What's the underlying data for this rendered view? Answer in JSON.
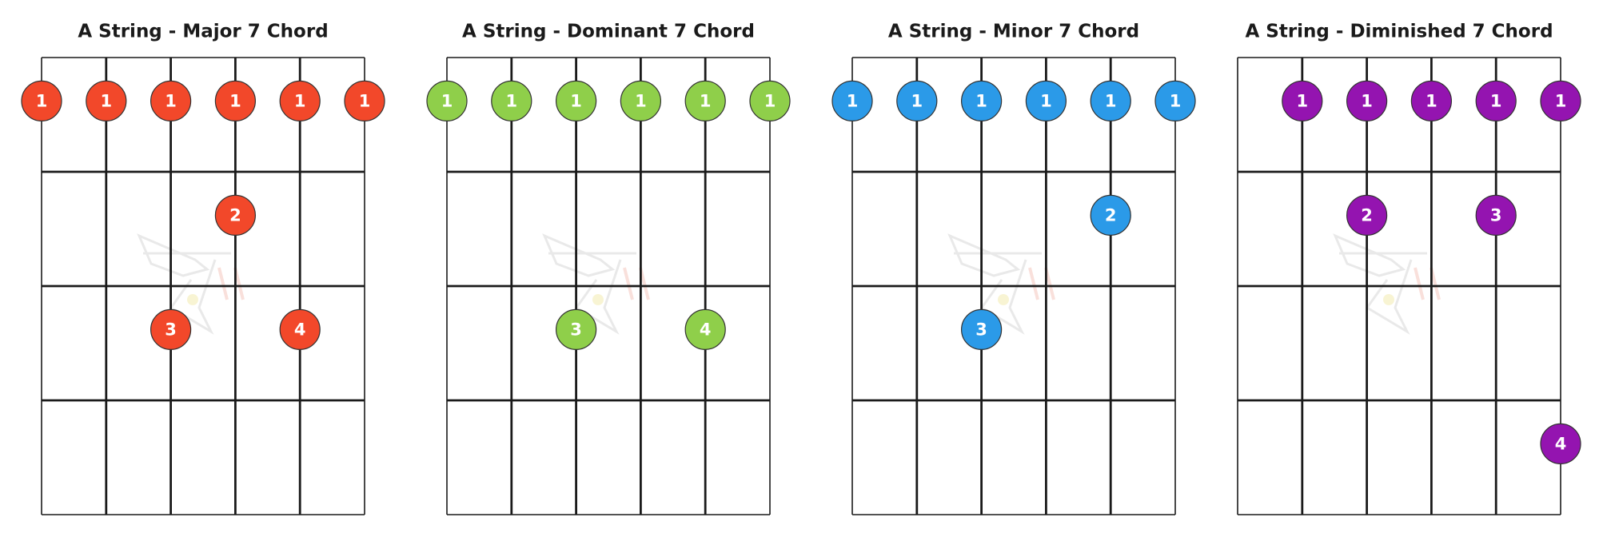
{
  "diagrams": [
    {
      "title": "A String - Major 7 Chord",
      "color": "#f2482a",
      "dots": [
        {
          "string": 1,
          "fret": 0,
          "finger": "1"
        },
        {
          "string": 2,
          "fret": 0,
          "finger": "1"
        },
        {
          "string": 3,
          "fret": 0,
          "finger": "1"
        },
        {
          "string": 4,
          "fret": 0,
          "finger": "1"
        },
        {
          "string": 5,
          "fret": 0,
          "finger": "1"
        },
        {
          "string": 6,
          "fret": 0,
          "finger": "1"
        },
        {
          "string": 4,
          "fret": 1,
          "finger": "2"
        },
        {
          "string": 3,
          "fret": 2,
          "finger": "3"
        },
        {
          "string": 5,
          "fret": 2,
          "finger": "4"
        }
      ]
    },
    {
      "title": "A String - Dominant 7 Chord",
      "color": "#8fcf4a",
      "dots": [
        {
          "string": 1,
          "fret": 0,
          "finger": "1"
        },
        {
          "string": 2,
          "fret": 0,
          "finger": "1"
        },
        {
          "string": 3,
          "fret": 0,
          "finger": "1"
        },
        {
          "string": 4,
          "fret": 0,
          "finger": "1"
        },
        {
          "string": 5,
          "fret": 0,
          "finger": "1"
        },
        {
          "string": 6,
          "fret": 0,
          "finger": "1"
        },
        {
          "string": 3,
          "fret": 2,
          "finger": "3"
        },
        {
          "string": 5,
          "fret": 2,
          "finger": "4"
        }
      ]
    },
    {
      "title": "A String - Minor 7 Chord",
      "color": "#2b9ae8",
      "dots": [
        {
          "string": 1,
          "fret": 0,
          "finger": "1"
        },
        {
          "string": 2,
          "fret": 0,
          "finger": "1"
        },
        {
          "string": 3,
          "fret": 0,
          "finger": "1"
        },
        {
          "string": 4,
          "fret": 0,
          "finger": "1"
        },
        {
          "string": 5,
          "fret": 0,
          "finger": "1"
        },
        {
          "string": 6,
          "fret": 0,
          "finger": "1"
        },
        {
          "string": 5,
          "fret": 1,
          "finger": "2"
        },
        {
          "string": 3,
          "fret": 2,
          "finger": "3"
        }
      ]
    },
    {
      "title": "A String - Diminished 7 Chord",
      "color": "#9414b0",
      "dots": [
        {
          "string": 2,
          "fret": 0,
          "finger": "1"
        },
        {
          "string": 3,
          "fret": 0,
          "finger": "1"
        },
        {
          "string": 4,
          "fret": 0,
          "finger": "1"
        },
        {
          "string": 5,
          "fret": 0,
          "finger": "1"
        },
        {
          "string": 6,
          "fret": 0,
          "finger": "1"
        },
        {
          "string": 3,
          "fret": 1,
          "finger": "2"
        },
        {
          "string": 5,
          "fret": 1,
          "finger": "3"
        },
        {
          "string": 6,
          "fret": 3,
          "finger": "4"
        }
      ]
    }
  ],
  "fretboard": {
    "strings": 6,
    "fret_rows": 4,
    "line_color": "#1a1a1a",
    "title_color": "#1a1a1a",
    "dot_text_color": "#ffffff"
  },
  "watermark": {
    "icon": "guitar-watermark-icon",
    "colors": [
      "#d8d8d8",
      "#f5c7bf",
      "#f4ecb0"
    ]
  }
}
